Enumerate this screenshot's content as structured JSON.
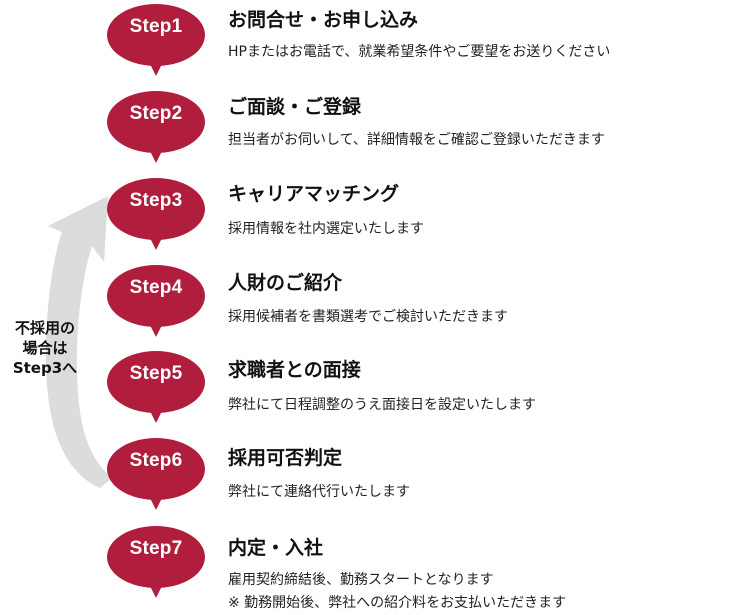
{
  "brand_color": "#b11e3d",
  "arrow_color": "#dcdcdc",
  "steps": [
    {
      "label": "Step1",
      "title": "お問合せ・お申し込み",
      "desc": "HPまたはお電話で、就業希望条件やご要望をお送りください"
    },
    {
      "label": "Step2",
      "title": "ご面談・ご登録",
      "desc": "担当者がお伺いして、詳細情報をご確認ご登録いただきます"
    },
    {
      "label": "Step3",
      "title": "キャリアマッチング",
      "desc": "採用情報を社内選定いたします"
    },
    {
      "label": "Step4",
      "title": "人財のご紹介",
      "desc": "採用候補者を書類選考でご検討いただきます"
    },
    {
      "label": "Step5",
      "title": "求職者との面接",
      "desc": "弊社にて日程調整のうえ面接日を設定いたします"
    },
    {
      "label": "Step6",
      "title": "採用可否判定",
      "desc": "弊社にて連絡代行いたします"
    },
    {
      "label": "Step7",
      "title": "内定・入社",
      "desc": "雇用契約締結後、勤務スタートとなります",
      "note": "※ 勤務開始後、弊社への紹介料をお支払いただきます"
    }
  ],
  "side_note": {
    "line1": "不採用の",
    "line2": "場合は",
    "line3": "Step3へ"
  }
}
